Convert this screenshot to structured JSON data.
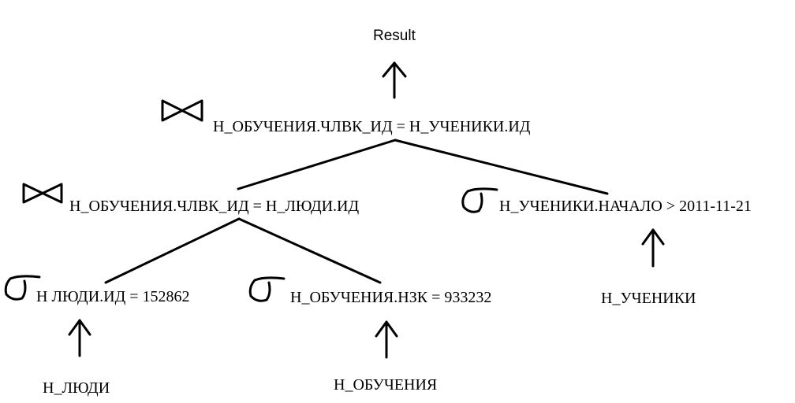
{
  "root": {
    "label": "Result"
  },
  "join_top": {
    "symbol": "join-icon",
    "condition": "Н_ОБУЧЕНИЯ.ЧЛВК_ИД = Н_УЧЕНИКИ.ИД"
  },
  "join_left": {
    "symbol": "join-icon",
    "condition": "Н_ОБУЧЕНИЯ.ЧЛВК_ИД = Н_ЛЮДИ.ИД"
  },
  "select_uchenik": {
    "symbol": "sigma-icon",
    "condition": "Н_УЧЕНИКИ.НАЧАЛО > 2011-11-21"
  },
  "select_lyudi": {
    "symbol": "sigma-icon",
    "condition": "Н  ЛЮДИ.ИД = 152862"
  },
  "select_obuch": {
    "symbol": "sigma-icon",
    "condition": "Н_ОБУЧЕНИЯ.НЗК = 933232"
  },
  "tables": {
    "lyudi": "Н_ЛЮДИ",
    "obuch": "Н_ОБУЧЕНИЯ",
    "uchenik": "Н_УЧЕНИКИ"
  },
  "colors": {
    "ink": "#000000",
    "background": "#ffffff"
  }
}
